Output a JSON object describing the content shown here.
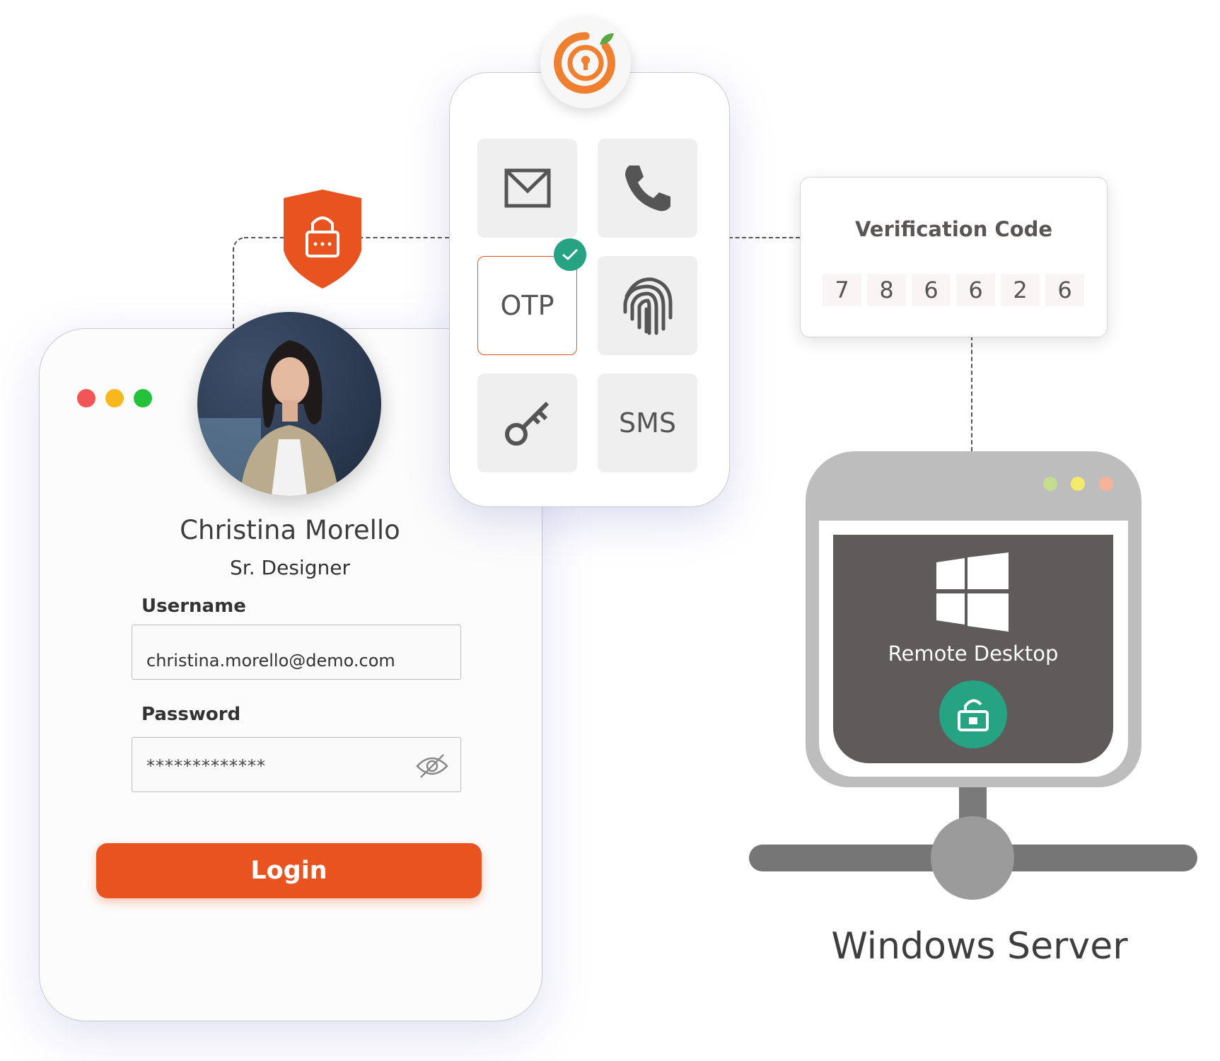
{
  "colors": {
    "accent": "#e9531f",
    "success": "#26a383",
    "screen": "#5e5b5a",
    "frame": "#bdbdbd"
  },
  "login": {
    "window_dots": [
      "#f25555",
      "#f8b71c",
      "#22c33a"
    ],
    "name": "Christina Morello",
    "role": "Sr. Designer",
    "username_label": "Username",
    "username_value": "christina.morello@demo.com",
    "password_label": "Password",
    "password_value": "*************",
    "login_button": "Login"
  },
  "mfa": {
    "tiles": [
      {
        "icon": "email-icon"
      },
      {
        "icon": "phone-icon"
      },
      {
        "label": "OTP",
        "selected": true
      },
      {
        "icon": "fingerprint-icon"
      },
      {
        "icon": "key-icon"
      },
      {
        "label": "SMS"
      }
    ]
  },
  "verification": {
    "title": "Verification Code",
    "digits": [
      "7",
      "8",
      "6",
      "6",
      "2",
      "6"
    ]
  },
  "server": {
    "screen_label": "Remote Desktop",
    "title": "Windows Server",
    "dots": [
      "#c4dc8e",
      "#f4ea6a",
      "#f5b49a"
    ]
  }
}
